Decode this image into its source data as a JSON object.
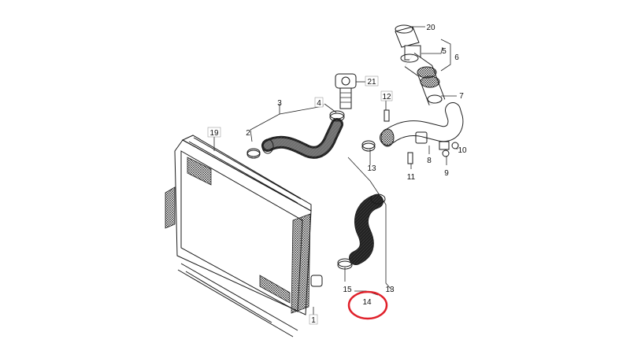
{
  "callouts": [
    {
      "id": "c1",
      "label": "1"
    },
    {
      "id": "c2",
      "label": "2"
    },
    {
      "id": "c3",
      "label": "3"
    },
    {
      "id": "c4",
      "label": "4"
    },
    {
      "id": "c5",
      "label": "5"
    },
    {
      "id": "c6",
      "label": "6"
    },
    {
      "id": "c7",
      "label": "7"
    },
    {
      "id": "c8",
      "label": "8"
    },
    {
      "id": "c9",
      "label": "9"
    },
    {
      "id": "c10",
      "label": "10"
    },
    {
      "id": "c11",
      "label": "11"
    },
    {
      "id": "c12",
      "label": "12"
    },
    {
      "id": "c13a",
      "label": "13"
    },
    {
      "id": "c13b",
      "label": "13"
    },
    {
      "id": "c14",
      "label": "14"
    },
    {
      "id": "c15",
      "label": "15"
    },
    {
      "id": "c19",
      "label": "19"
    },
    {
      "id": "c20",
      "label": "20"
    },
    {
      "id": "c21",
      "label": "21"
    }
  ],
  "highlight": {
    "target_label": "14",
    "color": "#e0202a"
  }
}
